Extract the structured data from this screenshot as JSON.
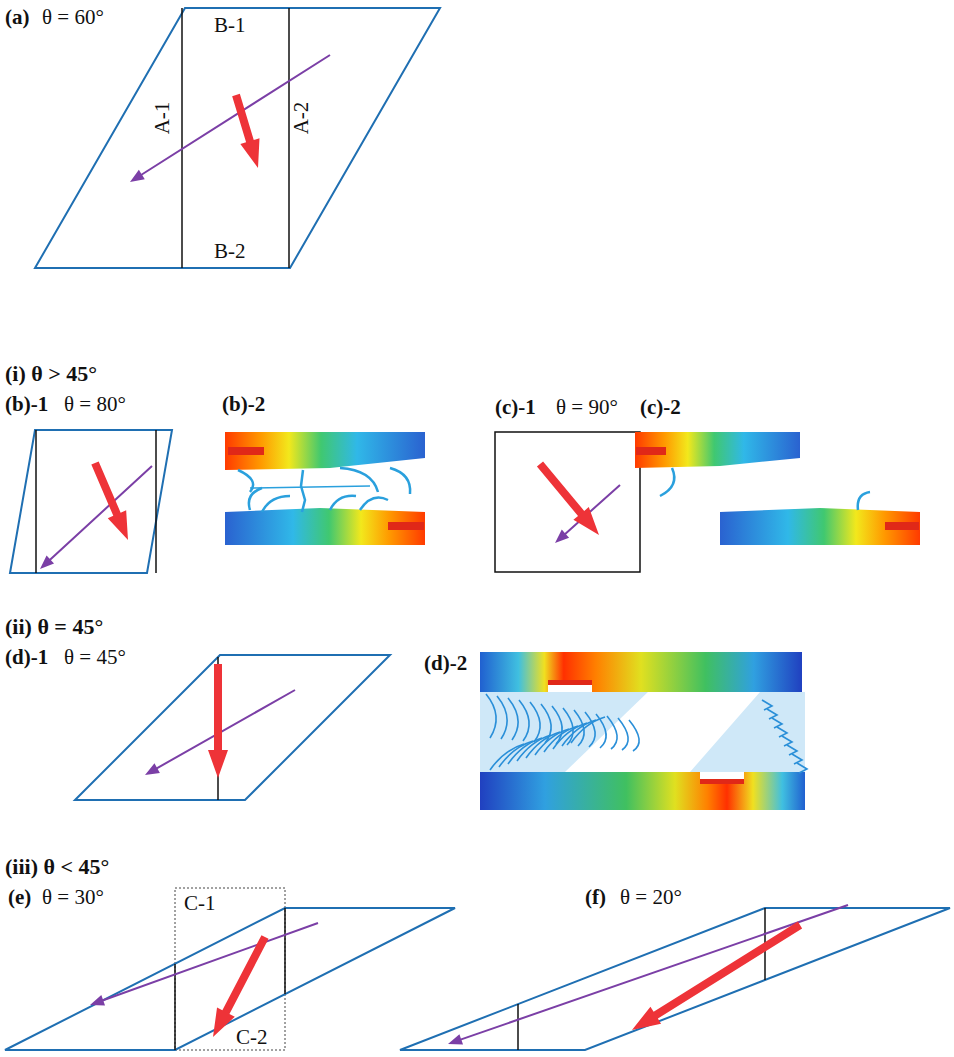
{
  "diagram": {
    "labels": [
      "(a)",
      "θ = 60°",
      "B-1",
      "A-1",
      "A-2",
      "B-2",
      "(i) θ > 45°",
      "(b)-1",
      "θ = 80°",
      "(b)-2",
      "(c)-1",
      "θ = 90°",
      "(c)-2",
      "(ii) θ = 45°",
      "(d)-1",
      "θ = 45°",
      "(d)-2",
      "(iii) θ < 45°",
      "(e)",
      "θ = 30°",
      "C-1",
      "C-2",
      "(f)",
      "θ = 20°"
    ]
  }
}
